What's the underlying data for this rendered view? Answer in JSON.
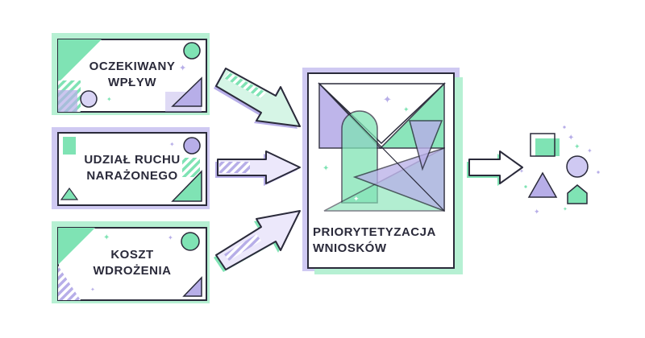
{
  "inputs": [
    {
      "line1": "OCZEKIWANY",
      "line2": "WPŁYW"
    },
    {
      "line1": "UDZIAŁ RUCHU",
      "line2": "NARAŻONEGO"
    },
    {
      "line1": "KOSZT",
      "line2": "WDROŻENIA"
    }
  ],
  "center": {
    "line1": "PRIORYTETYZACJA",
    "line2": "WNIOSKÓW"
  },
  "colors": {
    "green": "#7fe3b4",
    "purple": "#b7aee8",
    "outline": "#2a2a3a",
    "background": "#ffffff"
  }
}
